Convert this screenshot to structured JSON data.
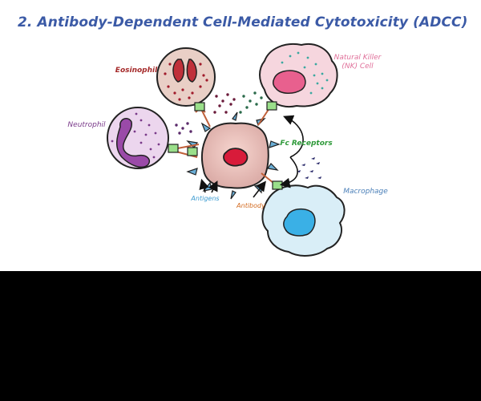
{
  "title": "2. Antibody-Dependent Cell-Mediated Cytotoxicity (ADCC)",
  "labels": {
    "eosinophil": "Eosinophil",
    "nk_line1": "Natural Killer",
    "nk_line2": "(NK) Cell",
    "neutrophil": "Neutrophil",
    "fc_receptors": "Fc Receptors",
    "macrophage": "Macrophage",
    "antigens": "Antigens",
    "antibody": "Antibody"
  },
  "colors": {
    "background": "#000000",
    "panel": "#ffffff",
    "title": "#3b5aa6",
    "eosinophil_label": "#a52a2a",
    "nk_label": "#e0709a",
    "neutrophil_label": "#7a3a8a",
    "fc_label": "#2f9a3a",
    "macrophage_label": "#4a7fb8",
    "antigens_label": "#3a9ad0",
    "antibody_label": "#d2691e"
  }
}
